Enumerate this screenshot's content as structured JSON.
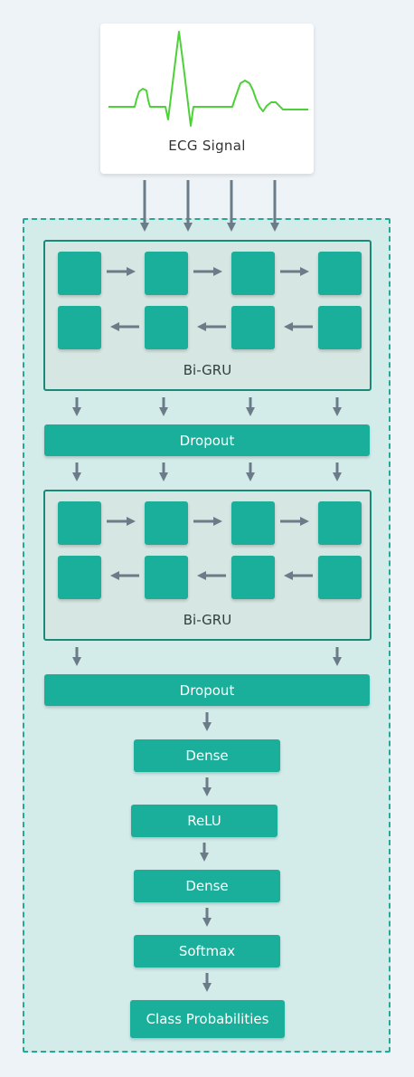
{
  "ecg": {
    "label": "ECG Signal"
  },
  "gru_layers": [
    {
      "label": "Bi-GRU"
    },
    {
      "label": "Bi-GRU"
    }
  ],
  "layers": {
    "dropout1": "Dropout",
    "dropout2": "Dropout",
    "dense1": "Dense",
    "relu": "ReLU",
    "dense2": "Dense",
    "softmax": "Softmax",
    "output": "Class Probabilities"
  },
  "colors": {
    "cell": "#1aaf9a",
    "region_fill": "#d3ecea",
    "region_border": "#26a896",
    "arrow": "#6b7c88",
    "ecg_trace": "#4cd137"
  }
}
